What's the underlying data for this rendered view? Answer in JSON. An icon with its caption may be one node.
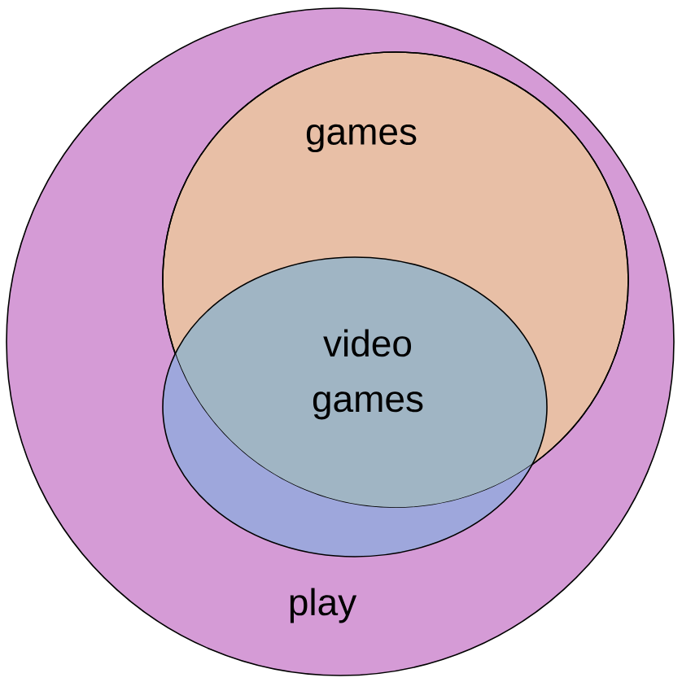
{
  "diagram": {
    "nodes": [
      {
        "text": [
          "play"
        ]
      },
      {
        "text": [
          "games"
        ],
        "in": 0
      },
      {
        "text": [
          "video games"
        ],
        "in": 0
      }
    ]
  }
}
